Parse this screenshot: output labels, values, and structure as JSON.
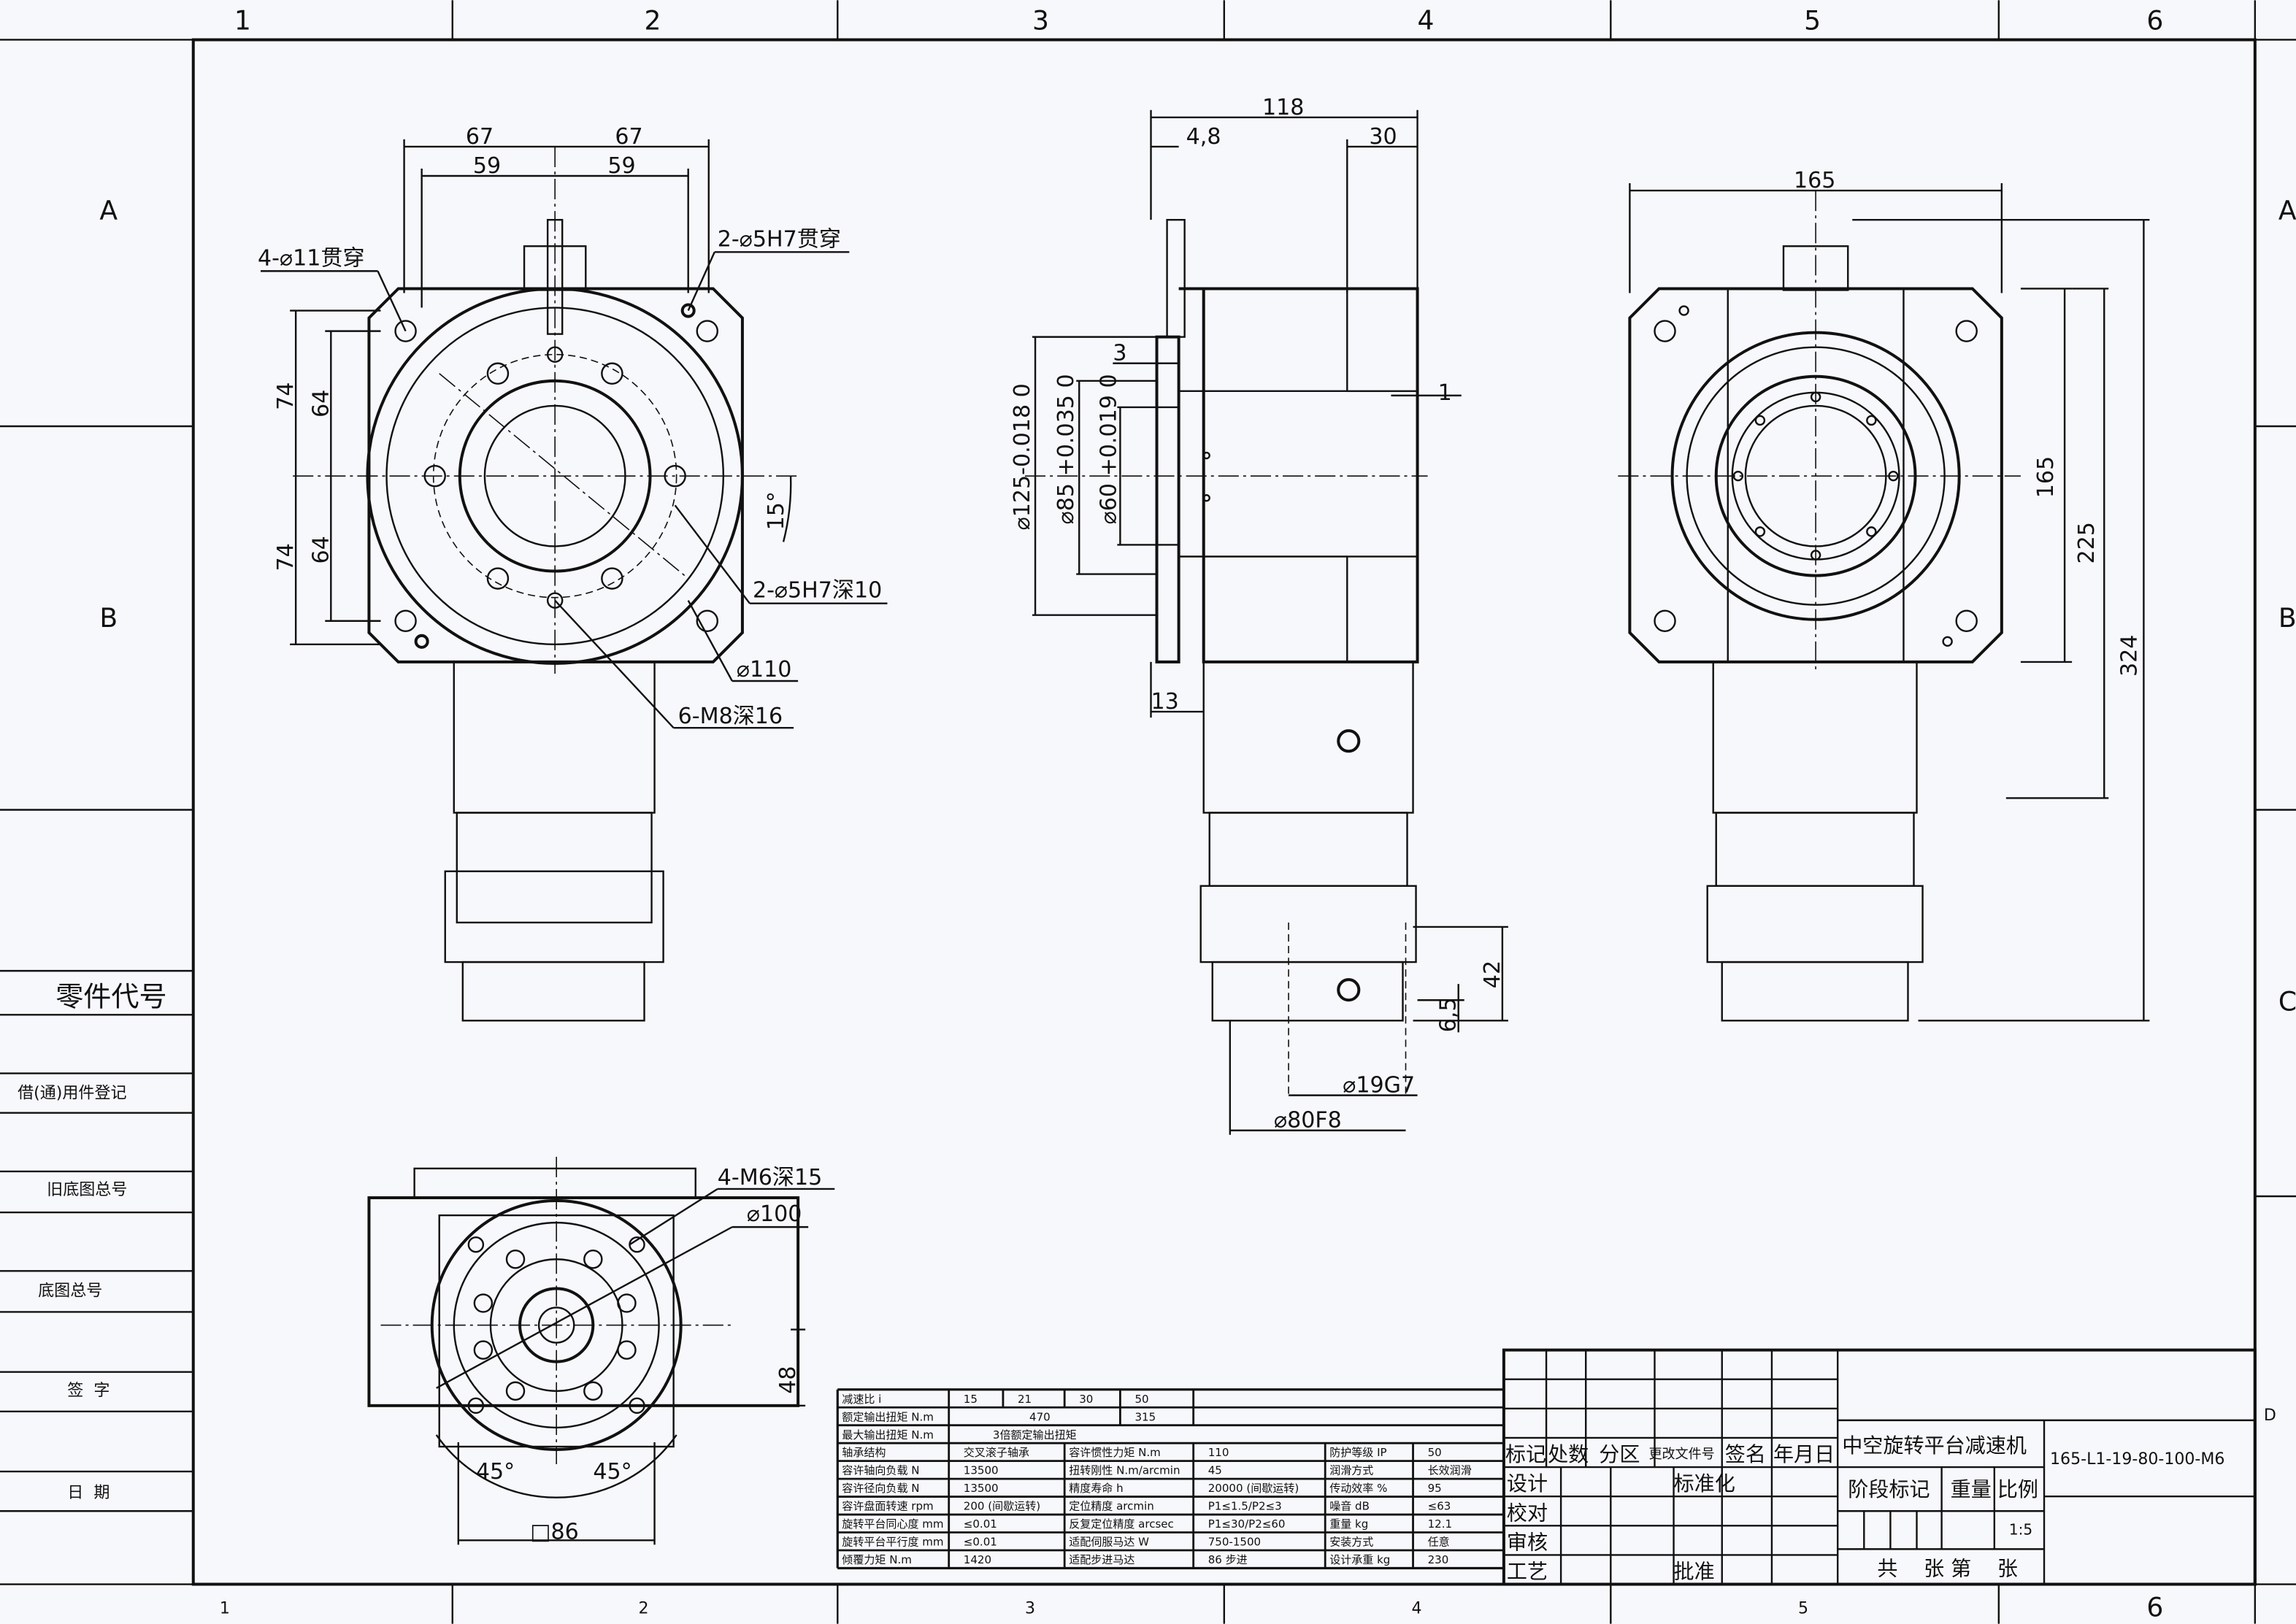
{
  "zones": {
    "top": [
      "1",
      "2",
      "3",
      "4",
      "5",
      "6"
    ],
    "bottom": [
      "1",
      "2",
      "3",
      "4",
      "5",
      "6"
    ],
    "left": [
      "A",
      "B"
    ],
    "right": [
      "A",
      "B",
      "C",
      "D"
    ]
  },
  "left_strip": {
    "part_code": "零件代号",
    "borrow_register": "借(通)用件登记",
    "old_drawing_no": "旧底图总号",
    "drawing_no": "底图总号",
    "signature": "签  字",
    "date": "日  期"
  },
  "front_view": {
    "d67a": "67",
    "d67b": "67",
    "d59a": "59",
    "d59b": "59",
    "d74a": "74",
    "d64a": "64",
    "d74b": "74",
    "d64b": "64",
    "holes_11": "4-⌀11贯穿",
    "pin_5h7": "2-⌀5H7贯穿",
    "angle": "15°",
    "pin_5h7_deep": "2-⌀5H7深10",
    "d110": "⌀110",
    "m8": "6-M8深16"
  },
  "side_view": {
    "d118": "118",
    "d4_8": "4,8",
    "d30": "30",
    "d3": "3",
    "d1": "1",
    "d13": "13",
    "d125": "⌀125-0.018 0",
    "d85": "⌀85 +0.035 0",
    "d60": "⌀60 +0.019 0",
    "d42": "42",
    "d6_5": "6,5",
    "d19": "⌀19G7",
    "d80": "⌀80F8"
  },
  "right_view": {
    "d165w": "165",
    "d165h": "165",
    "d225": "225",
    "d324": "324"
  },
  "bottom_view": {
    "m6": "4-M6深15",
    "d100": "⌀100",
    "d48": "48",
    "a45a": "45°",
    "a45b": "45°",
    "sq86": "□86"
  },
  "spec_table": {
    "rows": [
      [
        "减速比 i",
        "15",
        "21",
        "30",
        "50"
      ],
      [
        "额定输出扭矩 N.m",
        "470",
        "315"
      ],
      [
        "最大输出扭矩 N.m",
        "3倍额定输出扭矩"
      ],
      [
        "轴承结构",
        "交叉滚子轴承",
        "容许惯性力矩 N.m",
        "110",
        "防护等级 IP",
        "50"
      ],
      [
        "容许轴向负载 N",
        "13500",
        "扭转刚性 N.m/arcmin",
        "45",
        "润滑方式",
        "长效润滑"
      ],
      [
        "容许径向负载 N",
        "13500",
        "精度寿命 h",
        "20000 (间歇运转)",
        "传动效率 %",
        "95"
      ],
      [
        "容许盘面转速 rpm",
        "200 (间歇运转)",
        "定位精度 arcmin",
        "P1≤1.5/P2≤3",
        "噪音 dB",
        "≤63"
      ],
      [
        "旋转平台同心度 mm",
        "≤0.01",
        "反复定位精度 arcsec",
        "P1≤30/P2≤60",
        "重量 kg",
        "12.1"
      ],
      [
        "旋转平台平行度 mm",
        "≤0.01",
        "适配伺服马达 W",
        "750-1500",
        "安装方式",
        "任意"
      ],
      [
        "倾覆力矩 N.m",
        "1420",
        "适配步进马达",
        "86 步进",
        "设计承重 kg",
        "230"
      ]
    ]
  },
  "title_block": {
    "headers": [
      "标记",
      "处数",
      "分区",
      "更改文件号",
      "签名",
      "年月日"
    ],
    "design": "设计",
    "check": "校对",
    "review": "审核",
    "process": "工艺",
    "standardize": "标准化",
    "approve": "批准",
    "product_name": "中空旋转平台减速机",
    "drawing_code": "165-L1-19-80-100-M6",
    "stage_mark": "阶段标记",
    "weight": "重量",
    "scale_label": "比例",
    "scale": "1:5",
    "sheets": "共    张 第    张"
  }
}
